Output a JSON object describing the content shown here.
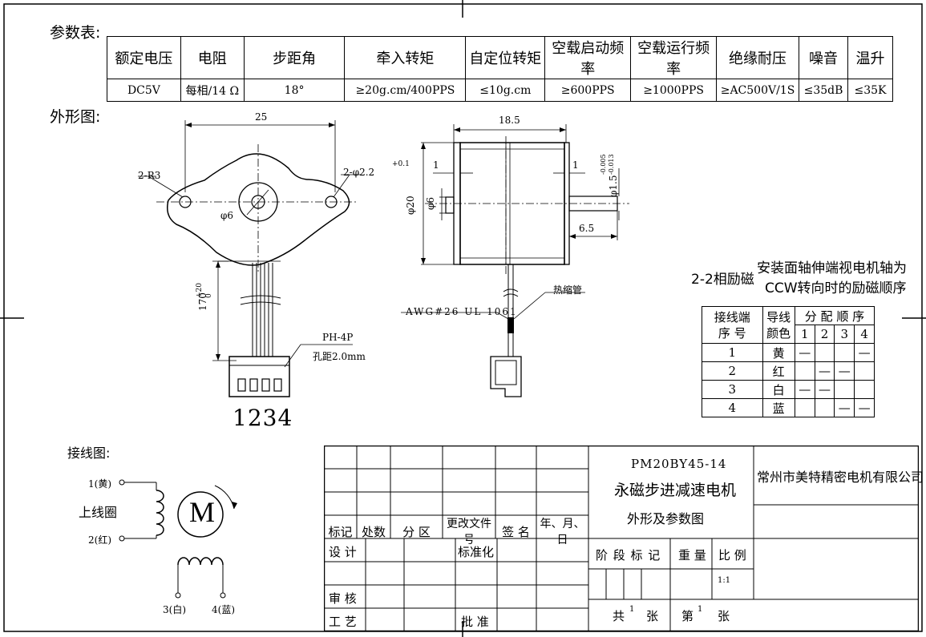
{
  "params_label": "参数表:",
  "spec_table": {
    "headers": [
      "额定电压",
      "电阻",
      "步距角",
      "牵入转矩",
      "自定位转矩",
      "空载启动频率",
      "空载运行频率",
      "绝缘耐压",
      "噪音",
      "温升"
    ],
    "values": [
      "DC5V",
      "每相/14 Ω",
      "18°",
      "≥20g.cm/400PPS",
      "≤10g.cm",
      "≥600PPS",
      "≥1000PPS",
      "≥AC500V/1S",
      "≤35dB",
      "≤35K"
    ]
  },
  "outline_label": "外形图:",
  "front_view": {
    "dim_width": "25",
    "label_radius": "2-R3",
    "label_hole": "2-φ2.2",
    "label_hole_tol": "+0.1",
    "label_boss": "φ6",
    "dim_lead": "170",
    "dim_lead_tol": "+20",
    "dim_lead_tol2": "0",
    "connector_type": "PH-4P",
    "connector_pitch": "孔距2.0mm",
    "pin_numbers": "1234"
  },
  "side_view": {
    "dim_length": "18.5",
    "dim_flange_left": "1",
    "dim_flange_right": "1",
    "dim_dia": "φ20",
    "dim_boss": "φ6",
    "dim_shaft": "φ1.5",
    "dim_shaft_tol": "-0.005",
    "dim_shaft_tol2": "-0.013",
    "dim_shaft_len": "6.5",
    "label_wire": "AWG#26 UL 1061",
    "label_shrink": "热缩管"
  },
  "excitation": {
    "title": "2-2相励磁",
    "note_line1": "安装面轴伸端视电机轴为",
    "note_line2": "CCW转向时的励磁顺序",
    "col_terminal": "接线端",
    "col_terminal2": "序 号",
    "col_wire": "导线",
    "col_wire2": "颜色",
    "col_seq": "分 配 顺 序",
    "steps": [
      "1",
      "2",
      "3",
      "4"
    ],
    "rows": [
      {
        "no": "1",
        "color": "黄",
        "marks": [
          "—",
          "",
          "",
          "—"
        ]
      },
      {
        "no": "2",
        "color": "红",
        "marks": [
          "",
          "—",
          "—",
          ""
        ]
      },
      {
        "no": "3",
        "color": "白",
        "marks": [
          "—",
          "—",
          "",
          ""
        ]
      },
      {
        "no": "4",
        "color": "蓝",
        "marks": [
          "",
          "",
          "—",
          "—"
        ]
      }
    ]
  },
  "wiring": {
    "title": "接线图:",
    "upper_coil": "上线圈",
    "motor_symbol": "M",
    "pin1": "1(黄)",
    "pin2": "2(红)",
    "pin3": "3(白)",
    "pin4": "4(蓝)"
  },
  "title_block": {
    "model": "PM20BY45-14",
    "product_name": "永磁步进减速电机",
    "drawing_name": "外形及参数图",
    "company": "常州市美特精密电机有限公司",
    "rev_headers": [
      "标记",
      "处数",
      "分 区",
      "更改文件号",
      "签 名",
      "年、月、日"
    ],
    "design": "设 计",
    "standardize": "标准化",
    "review": "审 核",
    "process": "工 艺",
    "approve": "批 准",
    "stage_mark": "阶 段 标 记",
    "weight": "重 量",
    "scale": "比 例",
    "scale_value": "1:1",
    "total_prefix": "共",
    "total_value": "1",
    "total_suffix": "张",
    "sheet_prefix": "第",
    "sheet_value": "1",
    "sheet_suffix": "张"
  }
}
